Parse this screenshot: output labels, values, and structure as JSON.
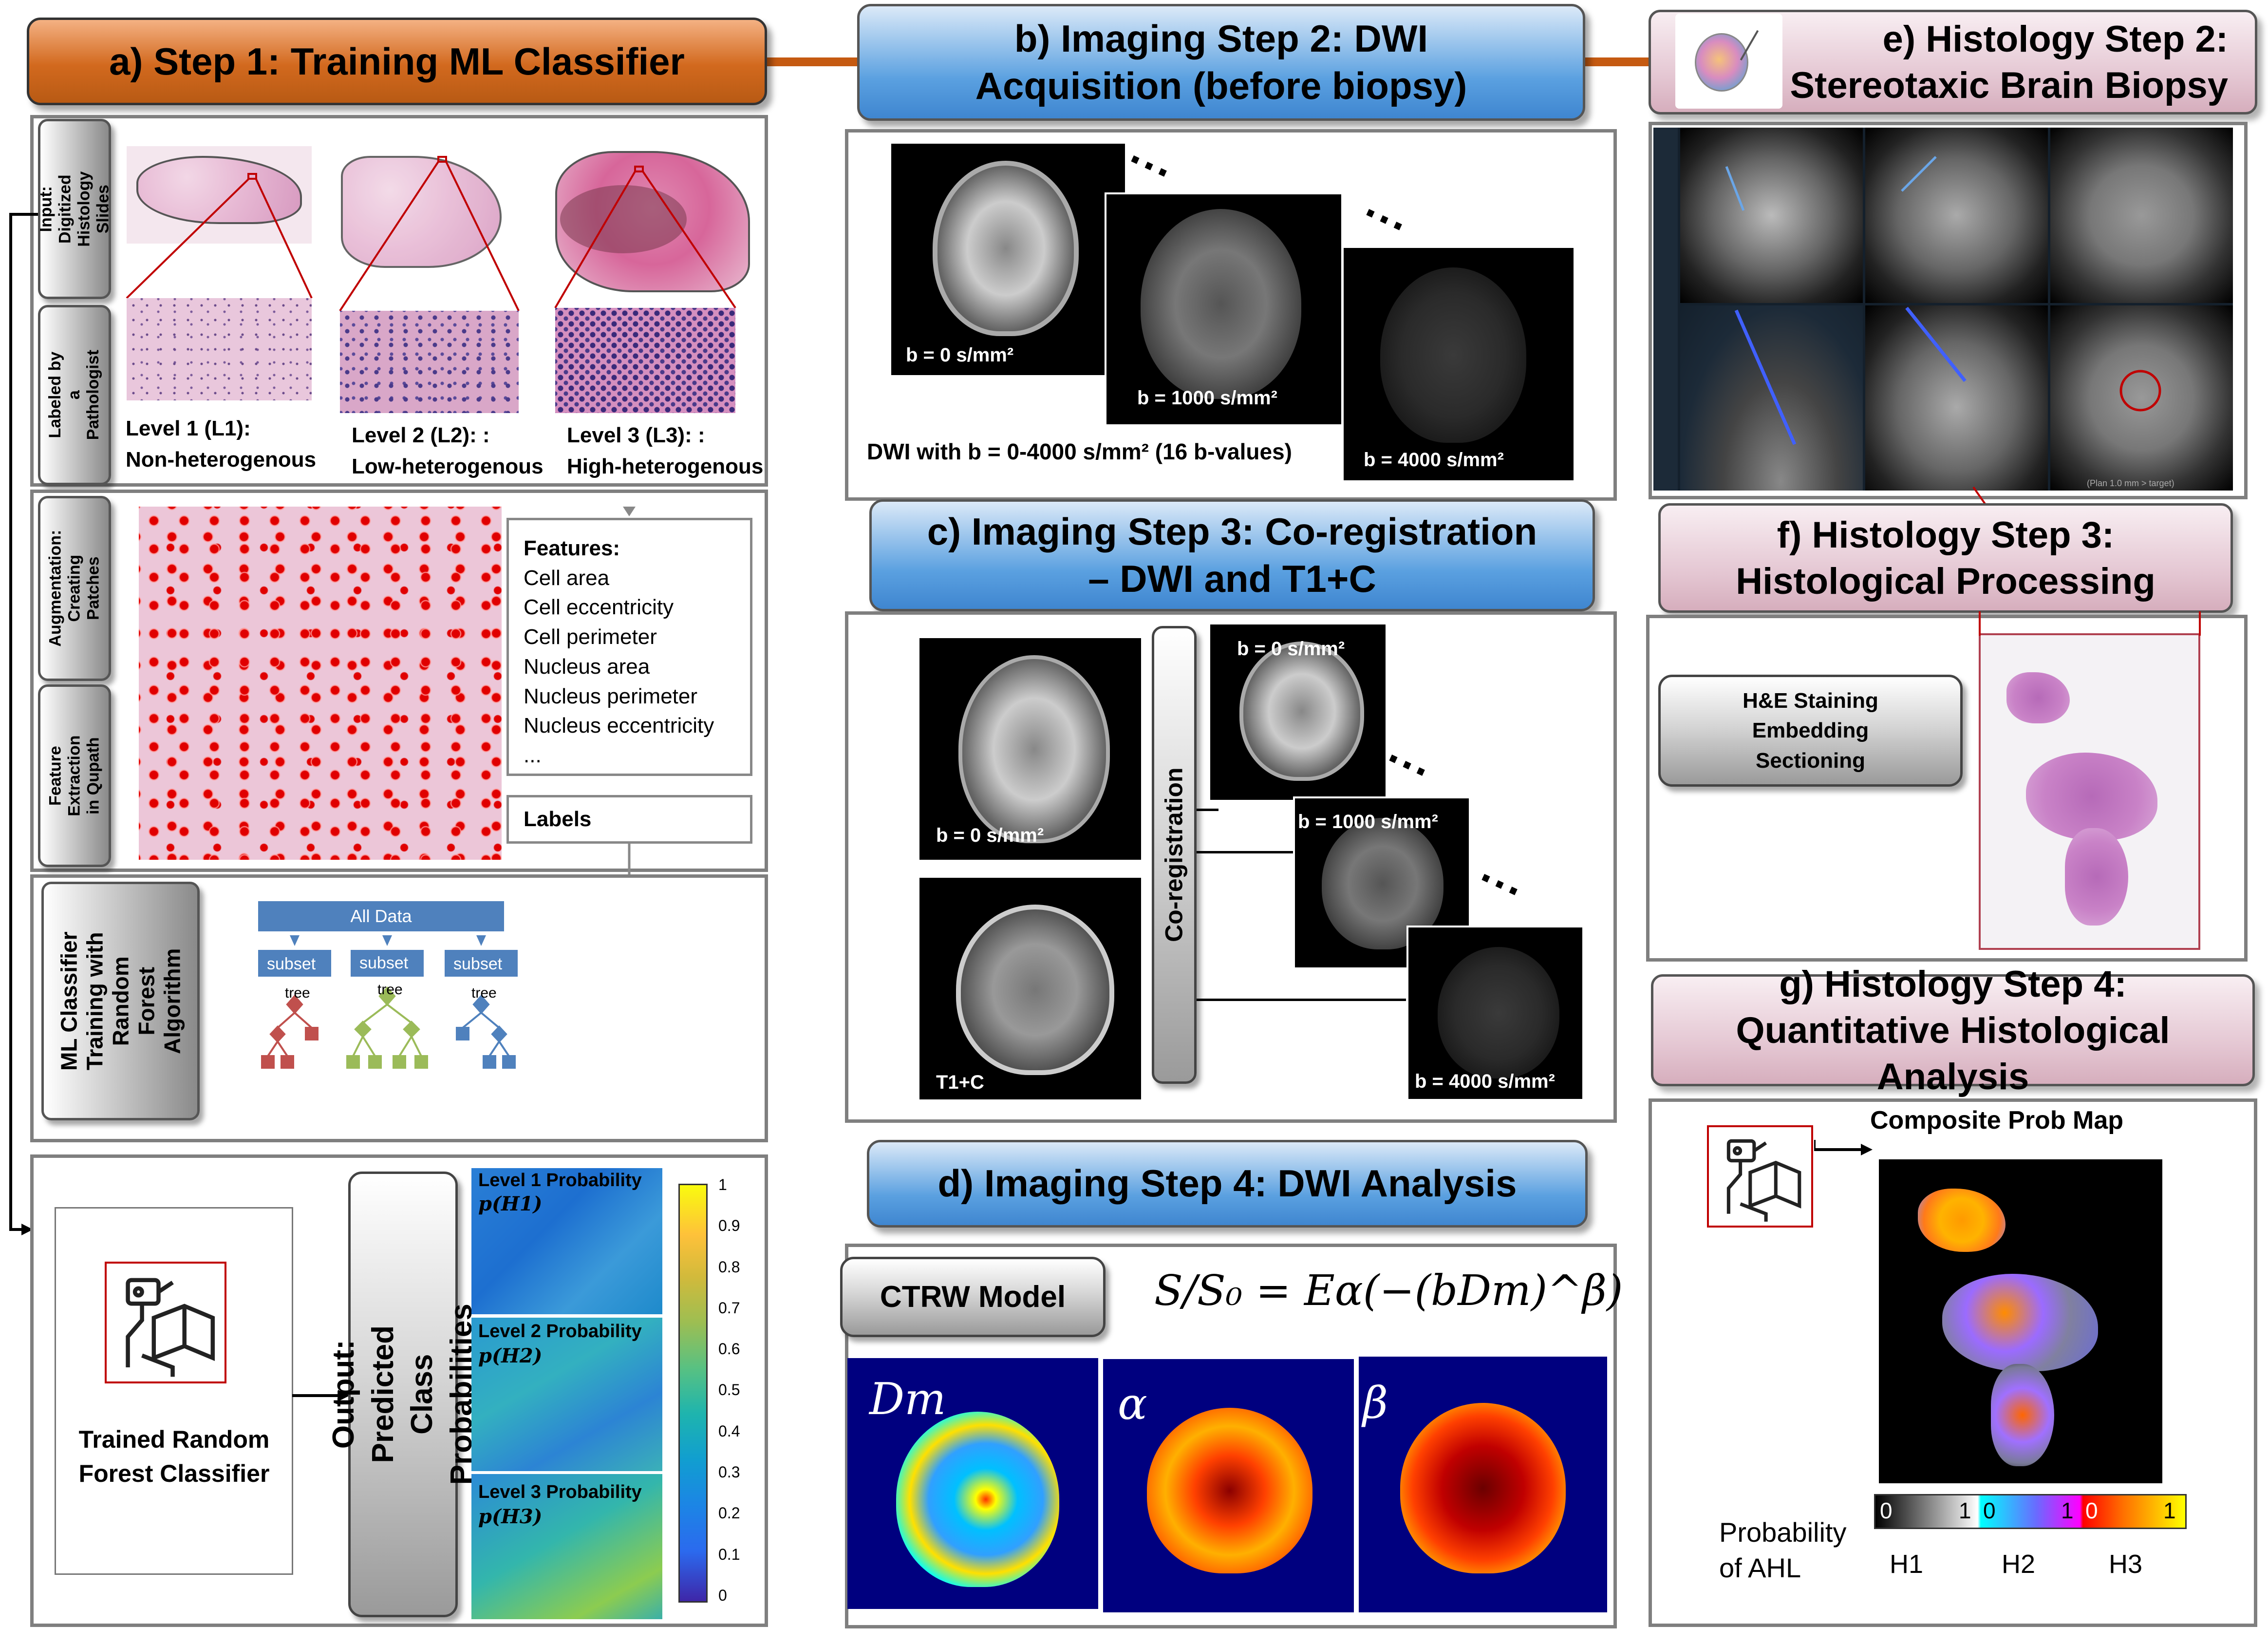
{
  "colors": {
    "panel_a_header": "#d2691e",
    "panel_bcd_header": "#5aa0e0",
    "panel_efg_header": "#e4c6d2",
    "connector": "#c55a11",
    "tissue_pink": "#d79ac0",
    "feature_dots": "#e00000",
    "tree_red": "#c0504d",
    "tree_green": "#9bbb59",
    "tree_blue": "#4f81bd",
    "accent_red": "#c00000"
  },
  "panel_a": {
    "title": "a) Step 1: Training ML Classifier",
    "tab_input": "Input: Digitized Histology Slides",
    "tab_labeled": "Labeled by a Pathologist",
    "levels": [
      {
        "line1": "Level 1 (L1):",
        "line2": "Non-heterogenous"
      },
      {
        "line1": "Level 2 (L2): :",
        "line2": "Low-heterogenous"
      },
      {
        "line1": "Level 3 (L3): :",
        "line2": "High-heterogenous"
      }
    ],
    "tab_augmentation": "Augmentation: Creating Patches",
    "tab_feature": "Feature Extraction in Qupath",
    "features_title": "Features:",
    "features": [
      "Cell area",
      "Cell eccentricity",
      "Cell perimeter",
      "Nucleus area",
      "Nucleus perimeter",
      "Nucleus eccentricity",
      "..."
    ],
    "labels_box": "Labels",
    "tab_ml": "ML Classifier Training with Random Forest Algorithm",
    "rf_all_data": "All Data",
    "rf_subset": "subset",
    "rf_tree": "tree",
    "trained_label": "Trained Random Forest Classifier",
    "output_label": "Output: Predicted Class Probabilities",
    "prob_maps": [
      {
        "title": "Level 1 Probability",
        "math": "p(H1)"
      },
      {
        "title": "Level 2 Probability",
        "math": "p(H2)"
      },
      {
        "title": "Level 3 Probability",
        "math": "p(H3)"
      }
    ],
    "colorbar_ticks": [
      "1",
      "0.9",
      "0.8",
      "0.7",
      "0.6",
      "0.5",
      "0.4",
      "0.3",
      "0.2",
      "0.1",
      "0"
    ]
  },
  "panel_b": {
    "title": "b) Imaging Step 2: DWI Acquisition (before biopsy)",
    "img_labels": [
      "b = 0 s/mm²",
      "b = 1000 s/mm²",
      "b = 4000 s/mm²"
    ],
    "caption": "DWI with b = 0-4000 s/mm² (16 b-values)"
  },
  "panel_c": {
    "title": "c) Imaging Step 3: Co-registration – DWI and T1+C",
    "left_labels": [
      "b = 0 s/mm²",
      "T1+C"
    ],
    "coreg": "Co-registration",
    "right_labels": [
      "b = 0 s/mm²",
      "b = 1000 s/mm²",
      "b = 4000 s/mm²"
    ]
  },
  "panel_d": {
    "title": "d) Imaging Step 4: DWI Analysis",
    "model": "CTRW Model",
    "equation": "S/S₀ = Eα(−(bDm)^β)",
    "maps": [
      "Dm",
      "α",
      "β"
    ]
  },
  "panel_e": {
    "title": "e) Histology Step 2: Stereotaxic Brain Biopsy",
    "footer_text": "(Plan 1.0 mm > target)"
  },
  "panel_f": {
    "title": "f) Histology Step 3: Histological Processing",
    "steps": [
      "H&E Staining",
      "Embedding",
      "Sectioning"
    ]
  },
  "panel_g": {
    "title": "g) Histology Step 4: Quantitative Histological Analysis",
    "map_title": "Composite Prob Map",
    "prob_label": "Probability of AHL",
    "colorbar_ticks": [
      "0",
      "1",
      "0",
      "1",
      "0",
      "1"
    ],
    "classes": [
      "H1",
      "H2",
      "H3"
    ]
  }
}
